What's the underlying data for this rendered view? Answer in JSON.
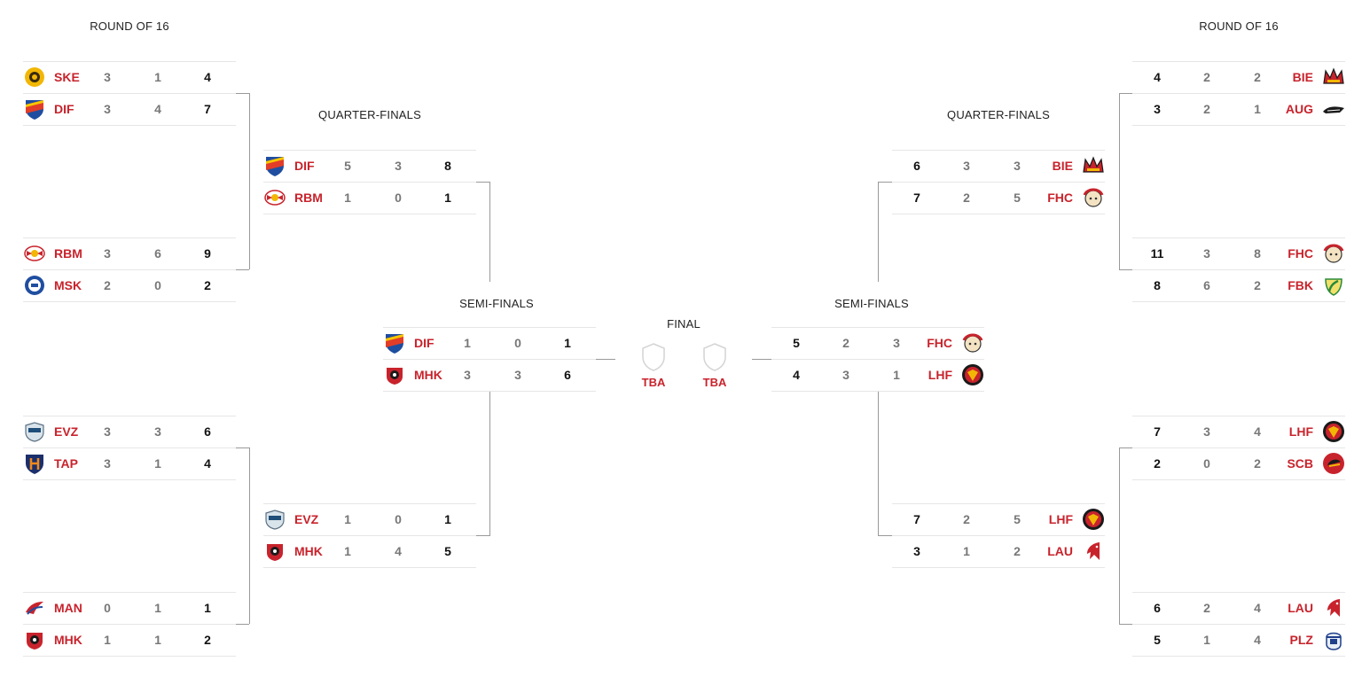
{
  "titles": {
    "r16_left": "ROUND OF 16",
    "r16_right": "ROUND OF 16",
    "qf_left": "QUARTER-FINALS",
    "qf_right": "QUARTER-FINALS",
    "sf_left": "SEMI-FINALS",
    "sf_right": "SEMI-FINALS",
    "final": "FINAL"
  },
  "final": {
    "slot1": "TBA",
    "slot2": "TBA"
  },
  "colors": {
    "team_text": "#c8232c",
    "period_text": "#777777",
    "total_text": "#111111",
    "connector": "#999999"
  },
  "matches": {
    "r16_l1": [
      {
        "abbr": "SKE",
        "p1": "3",
        "p2": "1",
        "tot": "4",
        "logo": "skelleftea-logo"
      },
      {
        "abbr": "DIF",
        "p1": "3",
        "p2": "4",
        "tot": "7",
        "logo": "djurgarden-logo"
      }
    ],
    "r16_l2": [
      {
        "abbr": "RBM",
        "p1": "3",
        "p2": "6",
        "tot": "9",
        "logo": "red-bull-munich-logo"
      },
      {
        "abbr": "MSK",
        "p1": "2",
        "p2": "0",
        "tot": "2",
        "logo": "mountfield-logo"
      }
    ],
    "r16_l3": [
      {
        "abbr": "EVZ",
        "p1": "3",
        "p2": "3",
        "tot": "6",
        "logo": "evz-logo"
      },
      {
        "abbr": "TAP",
        "p1": "3",
        "p2": "1",
        "tot": "4",
        "logo": "tappara-logo"
      }
    ],
    "r16_l4": [
      {
        "abbr": "MAN",
        "p1": "0",
        "p2": "1",
        "tot": "1",
        "logo": "mannheim-logo"
      },
      {
        "abbr": "MHK",
        "p1": "1",
        "p2": "1",
        "tot": "2",
        "logo": "mhk-logo"
      }
    ],
    "qf_l1": [
      {
        "abbr": "DIF",
        "p1": "5",
        "p2": "3",
        "tot": "8",
        "logo": "djurgarden-logo"
      },
      {
        "abbr": "RBM",
        "p1": "1",
        "p2": "0",
        "tot": "1",
        "logo": "red-bull-munich-logo"
      }
    ],
    "qf_l2": [
      {
        "abbr": "EVZ",
        "p1": "1",
        "p2": "0",
        "tot": "1",
        "logo": "evz-logo"
      },
      {
        "abbr": "MHK",
        "p1": "1",
        "p2": "4",
        "tot": "5",
        "logo": "mhk-logo"
      }
    ],
    "sf_l": [
      {
        "abbr": "DIF",
        "p1": "1",
        "p2": "0",
        "tot": "1",
        "logo": "djurgarden-logo"
      },
      {
        "abbr": "MHK",
        "p1": "3",
        "p2": "3",
        "tot": "6",
        "logo": "mhk-logo"
      }
    ],
    "sf_r": [
      {
        "abbr": "FHC",
        "p1": "2",
        "p2": "3",
        "tot": "5",
        "logo": "frolunda-logo"
      },
      {
        "abbr": "LHF",
        "p1": "3",
        "p2": "1",
        "tot": "4",
        "logo": "lulea-logo"
      }
    ],
    "qf_r1": [
      {
        "abbr": "BIE",
        "p1": "3",
        "p2": "3",
        "tot": "6",
        "logo": "bienne-logo"
      },
      {
        "abbr": "FHC",
        "p1": "2",
        "p2": "5",
        "tot": "7",
        "logo": "frolunda-logo"
      }
    ],
    "qf_r2": [
      {
        "abbr": "LHF",
        "p1": "2",
        "p2": "5",
        "tot": "7",
        "logo": "lulea-logo"
      },
      {
        "abbr": "LAU",
        "p1": "1",
        "p2": "2",
        "tot": "3",
        "logo": "lausanne-logo"
      }
    ],
    "r16_r1": [
      {
        "abbr": "BIE",
        "p1": "2",
        "p2": "2",
        "tot": "4",
        "logo": "bienne-logo"
      },
      {
        "abbr": "AUG",
        "p1": "2",
        "p2": "1",
        "tot": "3",
        "logo": "augsburg-logo"
      }
    ],
    "r16_r2": [
      {
        "abbr": "FHC",
        "p1": "3",
        "p2": "8",
        "tot": "11",
        "logo": "frolunda-logo"
      },
      {
        "abbr": "FBK",
        "p1": "6",
        "p2": "2",
        "tot": "8",
        "logo": "farjestad-logo"
      }
    ],
    "r16_r3": [
      {
        "abbr": "LHF",
        "p1": "3",
        "p2": "4",
        "tot": "7",
        "logo": "lulea-logo"
      },
      {
        "abbr": "SCB",
        "p1": "0",
        "p2": "2",
        "tot": "2",
        "logo": "sc-bern-logo"
      }
    ],
    "r16_r4": [
      {
        "abbr": "LAU",
        "p1": "2",
        "p2": "4",
        "tot": "6",
        "logo": "lausanne-logo"
      },
      {
        "abbr": "PLZ",
        "p1": "1",
        "p2": "4",
        "tot": "5",
        "logo": "plzen-logo"
      }
    ]
  }
}
